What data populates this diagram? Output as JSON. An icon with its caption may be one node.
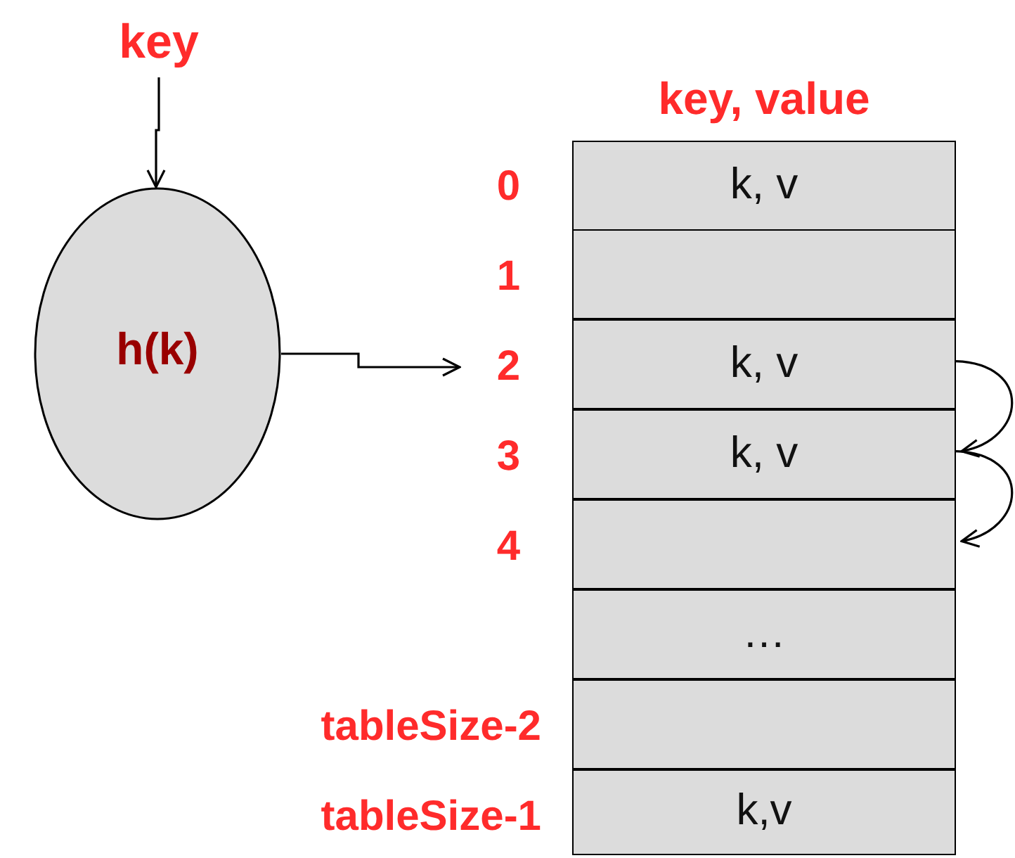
{
  "diagram": {
    "nodes": [
      {
        "text": [
          "key"
        ]
      },
      {
        "text": [
          "h(k)"
        ]
      },
      {
        "text": [
          "key, value"
        ]
      },
      {
        "text": [
          "k, v"
        ],
        "in": 2
      },
      {
        "text": [],
        "shape": "box",
        "in": 2
      },
      {
        "text": [
          "k, v"
        ],
        "in": 2
      },
      {
        "text": [
          "k, v"
        ],
        "in": 2
      },
      {
        "text": [],
        "shape": "box",
        "in": 2
      },
      {
        "text": [
          "…"
        ],
        "in": 2
      },
      {
        "text": [],
        "shape": "box",
        "in": 2
      },
      {
        "text": [
          "k,v"
        ],
        "in": 2
      },
      {
        "text": [
          "0"
        ]
      },
      {
        "text": [
          "1"
        ]
      },
      {
        "text": [
          "2"
        ]
      },
      {
        "text": [
          "3"
        ]
      },
      {
        "text": [
          "4"
        ]
      },
      {
        "text": [
          "tableSize-2"
        ]
      },
      {
        "text": [
          "tableSize-1"
        ]
      }
    ],
    "edges": [
      {
        "from": 0,
        "to": 1,
        "arrow": "to"
      },
      {
        "from": 1,
        "to": 13,
        "arrow": "to"
      },
      {
        "from": 5,
        "to": 6,
        "arrow": "to"
      },
      {
        "from": 6,
        "to": 7,
        "arrow": "to"
      }
    ]
  }
}
